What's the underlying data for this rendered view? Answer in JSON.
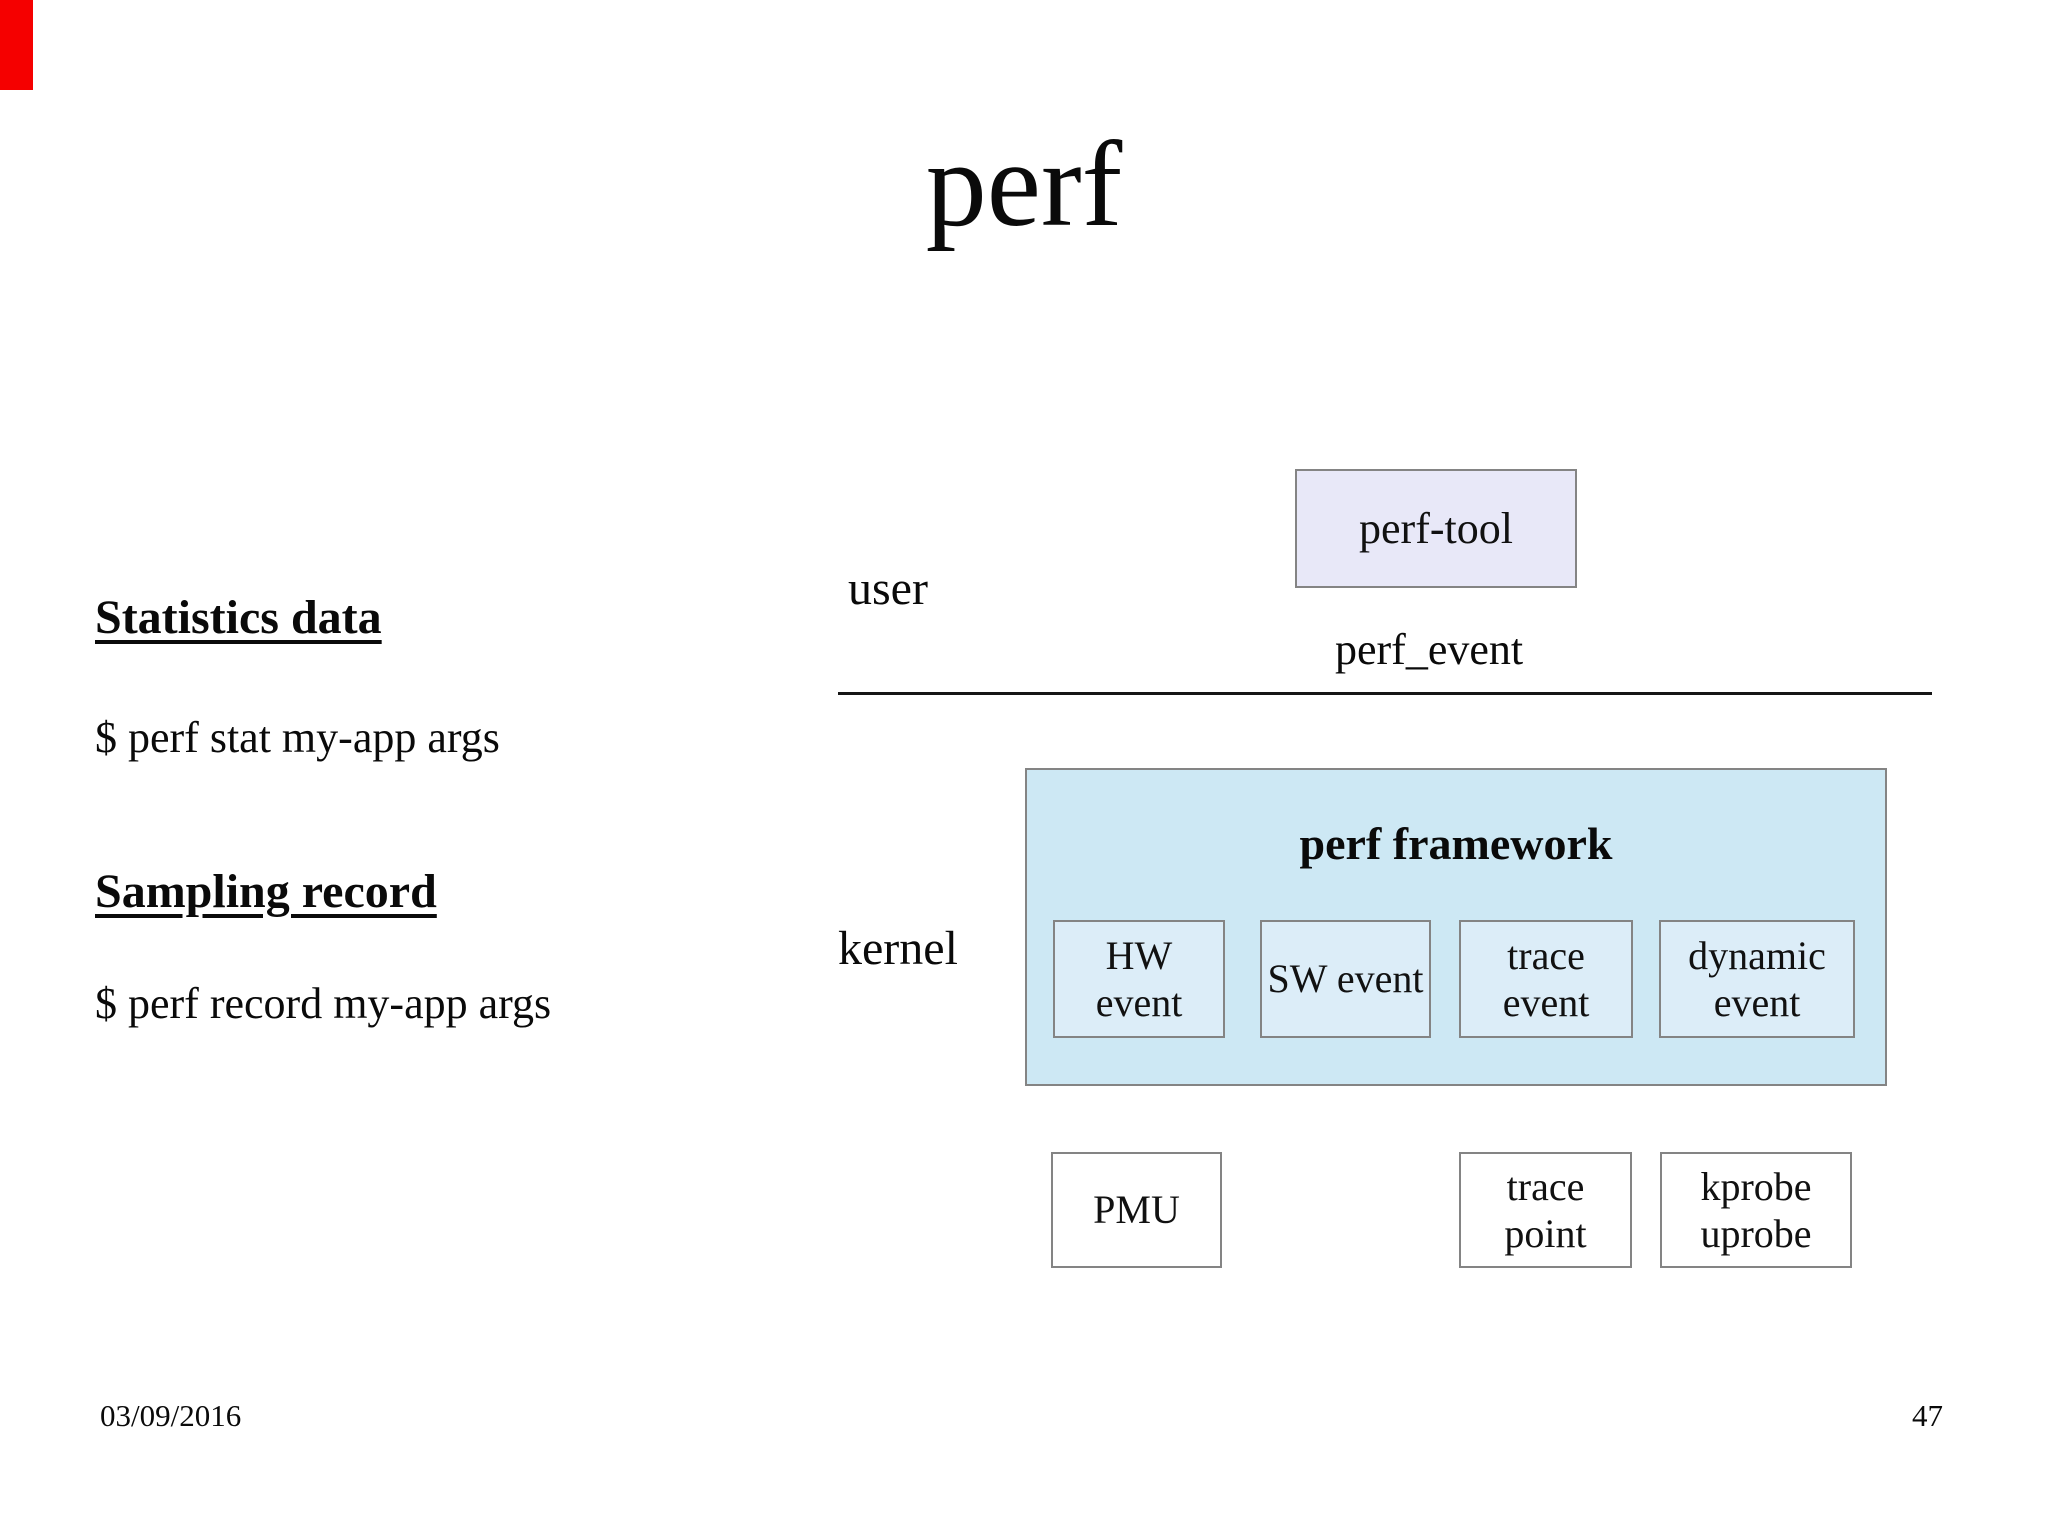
{
  "slide": {
    "title": "perf",
    "accent_bar_color": "#f50000",
    "footer": {
      "date": "03/09/2016",
      "page_number": "47"
    }
  },
  "notes": {
    "sections": [
      {
        "heading": "Statistics data",
        "command": "$ perf stat my-app args"
      },
      {
        "heading": "Sampling record",
        "command": "$ perf record my-app args"
      }
    ]
  },
  "diagram": {
    "user_space_label": "user",
    "kernel_space_label": "kernel",
    "perf_tool_label": "perf-tool",
    "interface_label": "perf_event",
    "framework": {
      "title": "perf framework",
      "event_boxes": [
        "HW event",
        "SW event",
        "trace event",
        "dynamic event"
      ]
    },
    "source_boxes": [
      "PMU",
      "trace point",
      "kprobe uprobe"
    ],
    "colors": {
      "perf_tool_fill": "#e8e8f8",
      "framework_fill": "#cde8f4",
      "event_fill": "#dcedf8",
      "source_fill": "#ffffff",
      "box_border": "#848484",
      "divider": "#161616"
    }
  }
}
